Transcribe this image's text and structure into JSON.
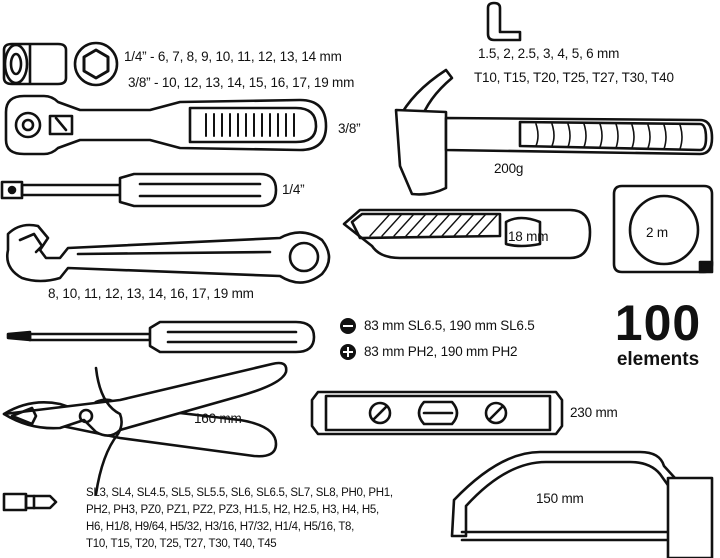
{
  "labels": {
    "sockets_quarter": "1/4” - 6, 7, 8, 9, 10, 11, 12, 13, 14 mm",
    "sockets_three_eighths": "3/8” - 10, 12, 13, 14, 15, 16, 17, 19 mm",
    "ratchet_drive": "3/8”",
    "extension_drive": "1/4”",
    "wrench_sizes": "8, 10, 11, 12, 13, 14, 16, 17, 19 mm",
    "hex_keys": "1.5, 2, 2.5, 3, 4, 5, 6 mm",
    "torx_keys": "T10, T15, T20, T25, T27, T30, T40",
    "hammer_weight": "200g",
    "knife_width": "18 mm",
    "tape_length": "2 m",
    "flat_screwdrivers": "83 mm SL6.5, 190 mm SL6.5",
    "phillips_screwdrivers": "83 mm PH2, 190 mm PH2",
    "pliers_length": "160 mm",
    "level_length": "230 mm",
    "hacksaw_length": "150 mm"
  },
  "headline": {
    "count": "100",
    "word": "elements"
  },
  "bits_list": [
    "SL3, SL4, SL4.5, SL5, SL5.5, SL6, SL6.5, SL7, SL8, PH0, PH1,",
    "PH2, PH3, PZ0, PZ1, PZ2, PZ3, H1.5, H2, H2.5, H3, H4, H5,",
    "H6, H1/8, H9/64, H5/32, H3/16, H7/32, H1/4, H5/16, T8,",
    "T10, T15, T20, T25, T27, T30, T40, T45"
  ]
}
